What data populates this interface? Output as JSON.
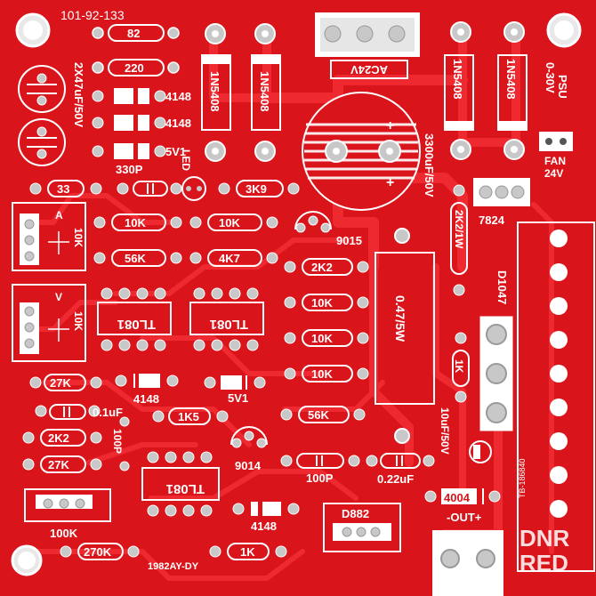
{
  "board": {
    "board_id": "101-92-133",
    "date_code": "1982AY-DY",
    "side_code": "TB-186840",
    "output_label": "-OUT+",
    "psu_label": "0-30V",
    "psu_sub": "PSU",
    "fan_label": "FAN",
    "fan_voltage": "24V",
    "ac_label": "AC24V",
    "cap_dual_label": "2X47uF/50V",
    "cap_main_label": "3300uF/50V",
    "cap_10uf_label": "10uF/50V",
    "pot_a_label": "A",
    "pot_v_label": "V",
    "pot_val_1": "10K",
    "pot_val_2": "10K",
    "trim_label": "100K",
    "led_label": "LED",
    "d_tr_label": "D1047"
  },
  "components": {
    "r82": "82",
    "r220": "220",
    "d4148_a": "4148",
    "d4148_b": "4148",
    "z5v1_a": "5V1",
    "c330p": "330P",
    "r33": "33",
    "r3k9": "3K9",
    "r10k_a": "10K",
    "r10k_b": "10K",
    "q9015": "9015",
    "r56k_a": "56K",
    "r4k7": "4K7",
    "r2k2_a": "2K2",
    "r10k_c": "10K",
    "r10k_d": "10K",
    "r10k_e": "10K",
    "ic_a": "TL081",
    "ic_b": "TL081",
    "ic_c": "TL081",
    "r27k_a": "27K",
    "d4148_c": "4148",
    "z5v1_b": "5V1",
    "c01uf": "0.1uF",
    "r1k5": "1K5",
    "r56k_b": "56K",
    "r2k2_b": "2K2",
    "c100p_a": "100P",
    "r27k_b": "27K",
    "q9014": "9014",
    "c100p_b": "100P",
    "c022uf": "0.22uF",
    "d4148_d": "4148",
    "d4004": "4004",
    "r270k": "270K",
    "r1k_a": "1K",
    "r1k_b": "1K",
    "q_d882": "D882",
    "r_shunt": "0.47/5W",
    "r2k2_1w": "2K2/1W",
    "reg7824": "7824",
    "d1n5408_a": "1N5408",
    "d1n5408_b": "1N5408",
    "d1n5408_c": "1N5408",
    "d1n5408_d": "1N5408",
    "cap_plus_a": "+",
    "cap_plus_b": "+"
  },
  "watermark": {
    "line1": "DNR",
    "line2": "RED"
  },
  "colors": {
    "board": "#d9141b",
    "trace": "#ee2a30",
    "silk": "#ffffff",
    "pad": "#c8c8c8",
    "hole": "#ffffff"
  }
}
